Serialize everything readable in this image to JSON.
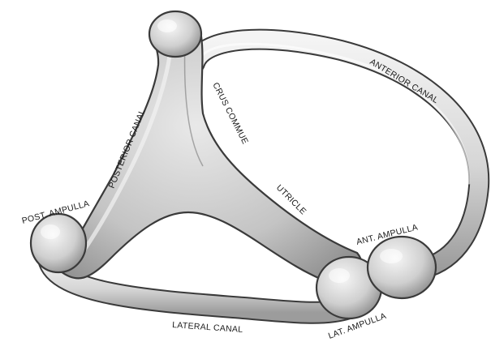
{
  "diagram": {
    "labels": {
      "anterior_canal": "ANTERIOR CANAL",
      "crus_commune": "CRUS COMMUE",
      "posterior_canal": "POSTERIOR CANAL",
      "utricle": "UTRICLE",
      "post_ampulla": "POST. AMPULLA",
      "ant_ampulla": "ANT. AMPULLA",
      "lateral_canal": "LATERAL CANAL",
      "lat_ampulla": "LAT. AMPULLA"
    },
    "colors": {
      "background": "#ffffff",
      "outline": "#3a3a3a",
      "fill_light": "#efefef",
      "fill_shade": "#9a9a9a",
      "text": "#1a1a1a"
    }
  }
}
